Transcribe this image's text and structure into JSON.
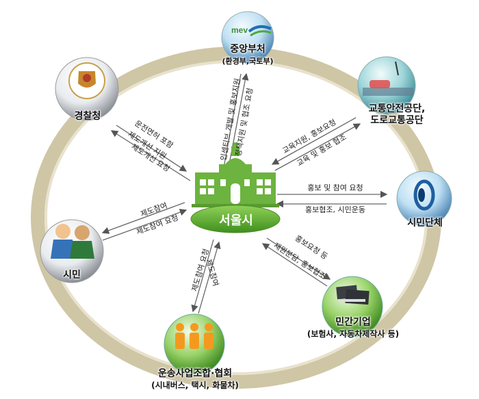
{
  "center": {
    "label": "서울시"
  },
  "nodes": {
    "ministry": {
      "label": "중앙부처",
      "sub": "(환경부,국토부)"
    },
    "traffic_agency": {
      "line1": "교통안전공단,",
      "line2": "도로교통공단"
    },
    "civic": {
      "label": "시민단체"
    },
    "private": {
      "label": "민간기업",
      "sub": "(보험사, 자동차제작사 등)"
    },
    "transport": {
      "label": "운송사업조합·협회",
      "sub": "(시내버스, 택시, 화물차)"
    },
    "citizen": {
      "label": "시민"
    },
    "police": {
      "label": "경찰청"
    }
  },
  "edges": {
    "ministry_a": "인센티브 개발 및 홍보지원",
    "ministry_b": "정책지원 및 협조 요청",
    "traffic_a": "교육지원, 홍보요청",
    "traffic_b": "교육 및 홍보 협조",
    "civic_a": "홍보 및 참여 요청",
    "civic_b": "홍보협조, 시민운동",
    "private_a": "홍보요청 등",
    "private_b": "재원분담, 홍보협조",
    "transport_a": "제도참여 요청",
    "transport_b": "제도참여",
    "citizen_a": "제도참여",
    "citizen_b": "제도참여 요청",
    "police_a": "운전면허 포함",
    "police_b": "제도개선 지원",
    "police_c": "제도개선 요청"
  },
  "logos": {
    "ministry_text": "mev"
  },
  "colors": {
    "ring": "#cfc6a6",
    "ring_inner": "#ffffff",
    "building": "#6db33f",
    "center_oval": "#5fa82b",
    "arrow": "#555555"
  }
}
